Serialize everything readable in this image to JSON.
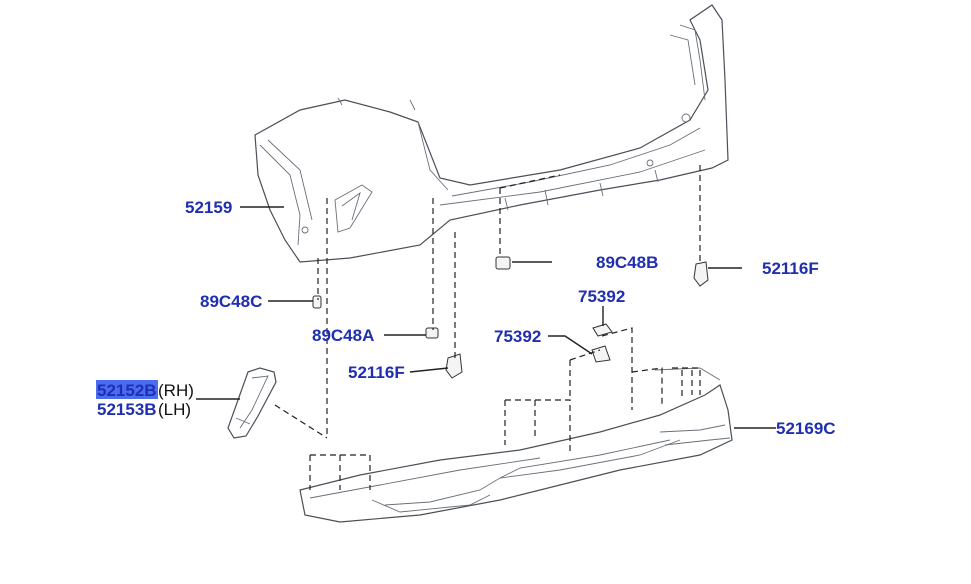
{
  "labels": {
    "bumper_cover": "52159",
    "clip_left": "89C48C",
    "clip_center": "89C48A",
    "clip_right": "89C48B",
    "bracket_center": "52116F",
    "bracket_right": "52116F",
    "retainer_top": "75392",
    "retainer_bottom": "75392",
    "reflector_rh_part": "52152B",
    "reflector_rh_side": "(RH)",
    "reflector_lh_part": "52153B",
    "reflector_lh_side": "(LH)",
    "lower_panel": "52169C"
  },
  "colors": {
    "label_blue": "#1f2fb0",
    "highlight": "#4a6cf0",
    "line": "#222222"
  }
}
